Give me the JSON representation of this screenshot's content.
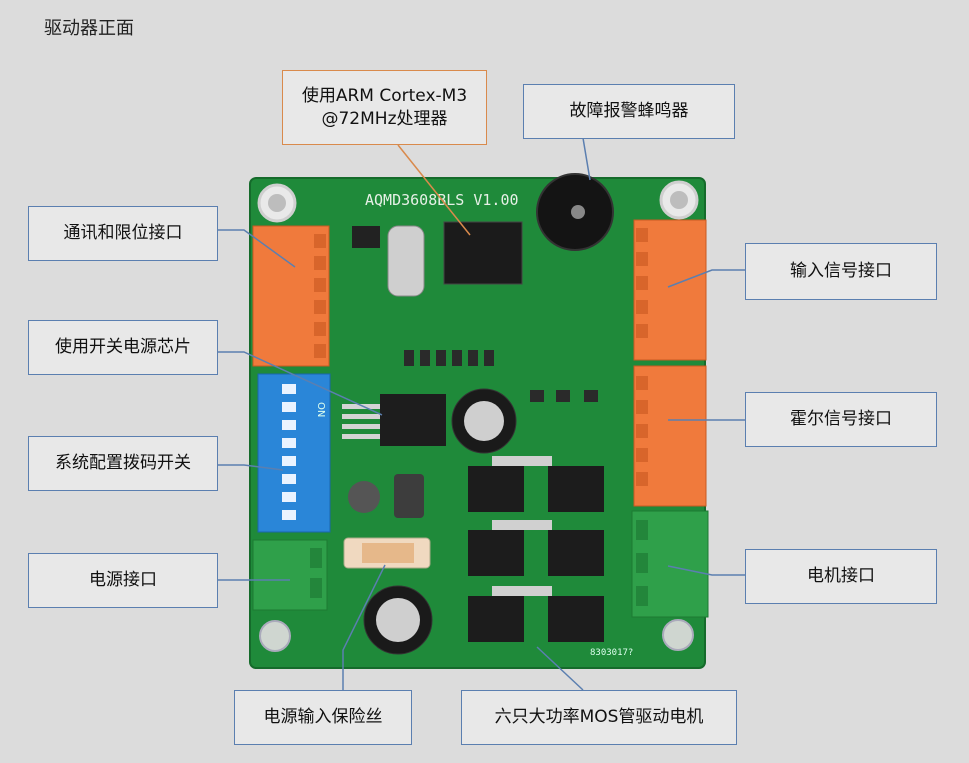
{
  "page_title": "驱动器正面",
  "board_silkscreen": "AQMD3608BLS V1.00",
  "board_serial": "8303017?",
  "dip_switch_label": "ON",
  "callouts": {
    "cpu": "使用ARM Cortex-M3\n@72MHz处理器",
    "buzzer": "故障报警蜂鸣器",
    "comm": "通讯和限位接口",
    "input": "输入信号接口",
    "psu_chip": "使用开关电源芯片",
    "hall": "霍尔信号接口",
    "dip": "系统配置拨码开关",
    "power": "电源接口",
    "motor": "电机接口",
    "fuse": "电源输入保险丝",
    "mos": "六只大功率MOS管驱动电机"
  },
  "colors": {
    "pcb": "#1f8a3a",
    "terminal_orange": "#f07a3c",
    "terminal_green": "#2fa04a",
    "dip_blue": "#2a86d8",
    "callout_border": "#5b7fb0"
  }
}
